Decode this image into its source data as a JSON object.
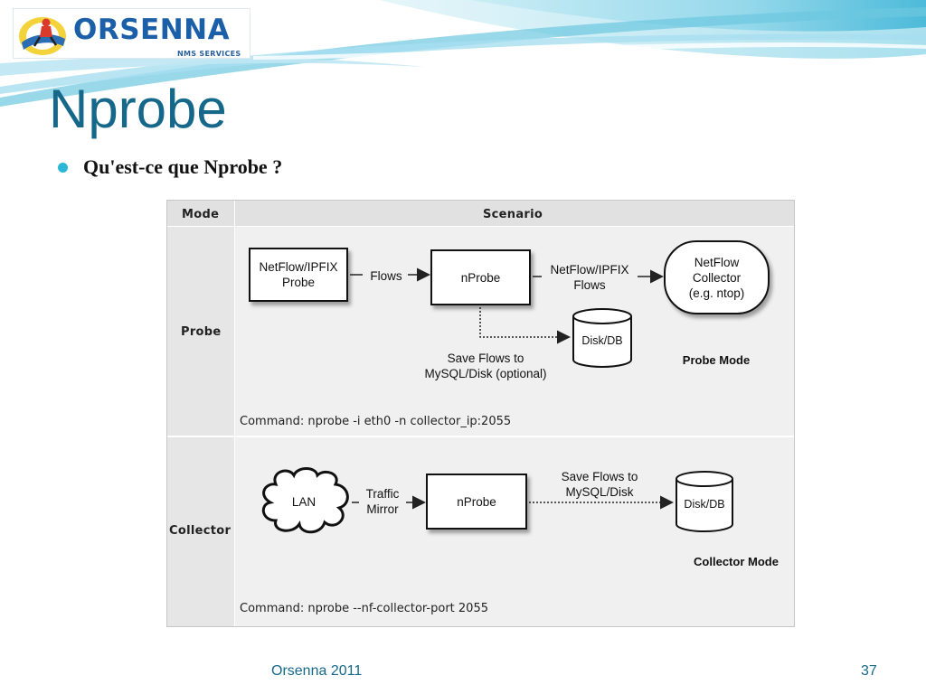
{
  "logo": {
    "brand": "ORSENNA",
    "tagline": "NMS SERVICES"
  },
  "slide": {
    "title": "Nprobe",
    "bullet": "Qu'est-ce que Nprobe ?"
  },
  "diagram": {
    "header_mode": "Mode",
    "header_scenario": "Scenario",
    "probe": {
      "mode_label": "Probe",
      "source_box": [
        "NetFlow/IPFIX",
        "Probe"
      ],
      "arrow_flows": "Flows",
      "nprobe_box": "nProbe",
      "arrow_export": [
        "NetFlow/IPFIX",
        "Flows"
      ],
      "collector_box": [
        "NetFlow",
        "Collector",
        "(e.g. ntop)"
      ],
      "disk_label": "Disk/DB",
      "save_note": [
        "Save Flows to",
        "MySQL/Disk (optional)"
      ],
      "mode_caption": "Probe Mode",
      "command": "Command: nprobe -i eth0 -n collector_ip:2055"
    },
    "collector": {
      "mode_label": "Collector",
      "lan_cloud": "LAN",
      "arrow_mirror": [
        "Traffic",
        "Mirror"
      ],
      "nprobe_box": "nProbe",
      "save_note": [
        "Save Flows to",
        "MySQL/Disk"
      ],
      "disk_label": "Disk/DB",
      "mode_caption": "Collector Mode",
      "command": "Command: nprobe --nf-collector-port 2055"
    }
  },
  "footer": {
    "left": "Orsenna 2011",
    "page_number": "37"
  },
  "colors": {
    "title": "#16688a",
    "bullet": "#2bb8d6",
    "header_swoosh": "#7fd0e6"
  }
}
